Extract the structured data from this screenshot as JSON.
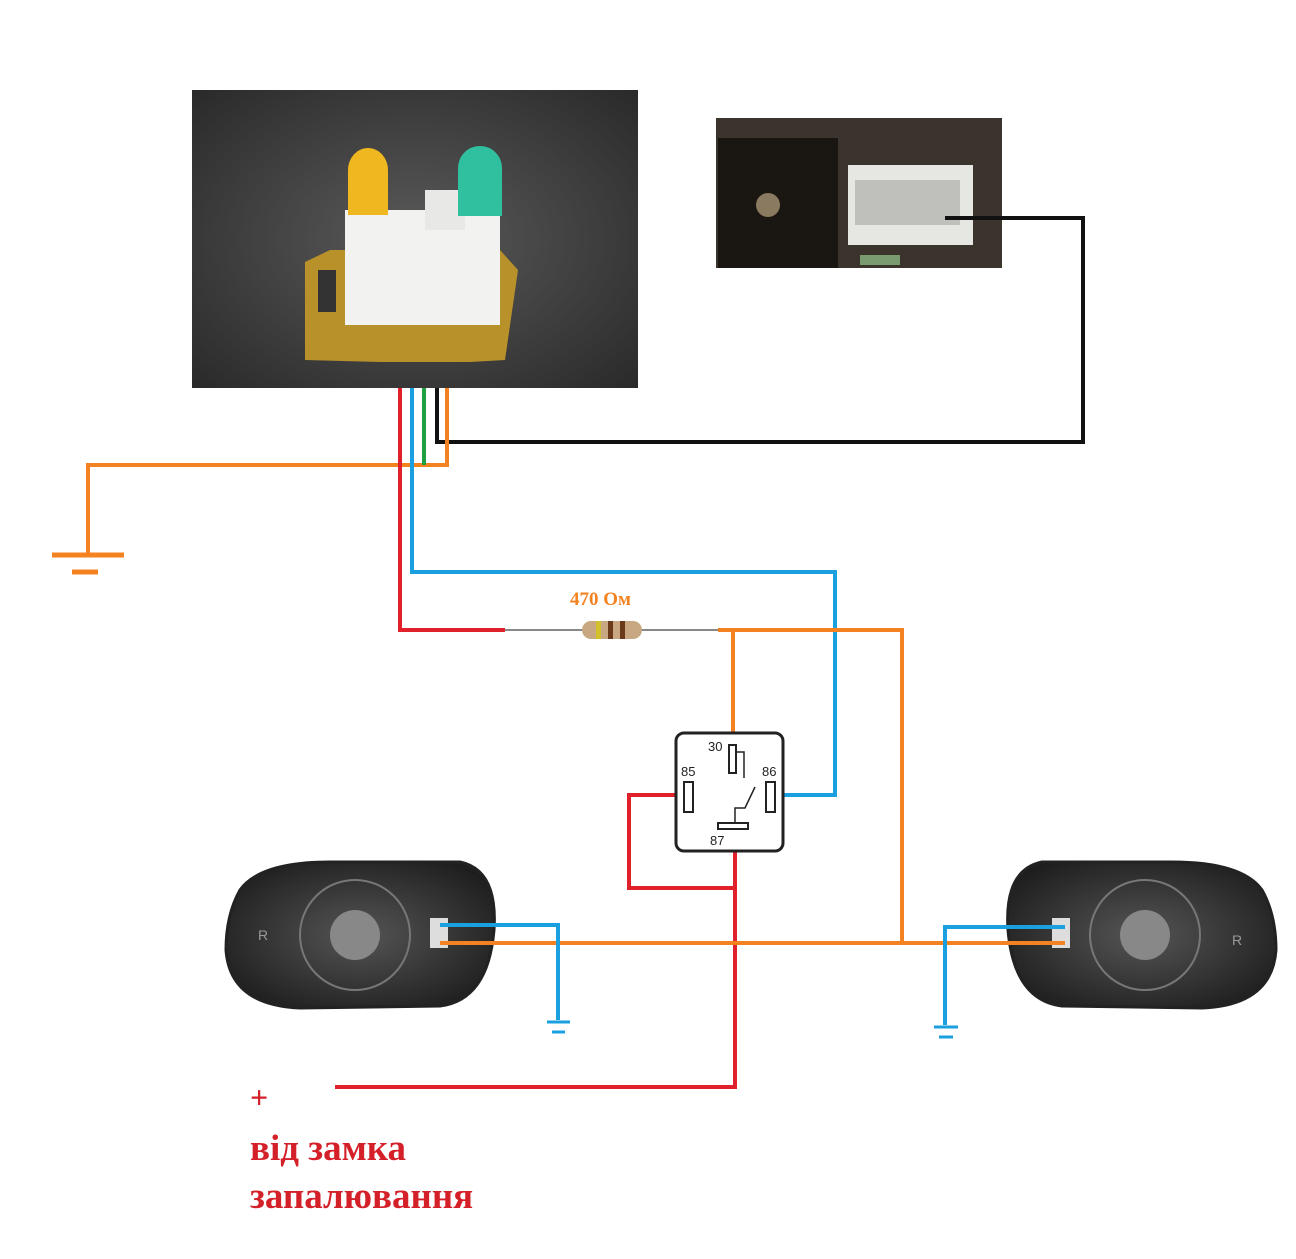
{
  "resistor_label": "470 Ом",
  "relay": {
    "pins": {
      "p30": "30",
      "p85": "85",
      "p86": "86",
      "p87": "87"
    }
  },
  "mirror_left_letter": "R",
  "mirror_right_letter": "R",
  "power": {
    "plus": "+",
    "line1": "від замка",
    "line2": "запалювання"
  },
  "colors": {
    "red": "#e0202a",
    "blue": "#1aa0e0",
    "orange": "#f58220",
    "green": "#20a040",
    "black": "#111111",
    "text_red": "#d42028"
  }
}
